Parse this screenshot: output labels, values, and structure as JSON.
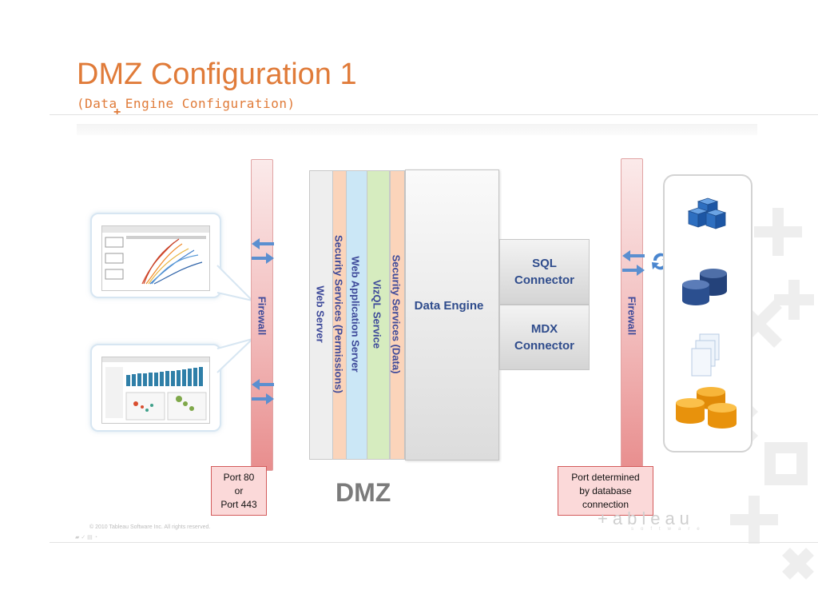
{
  "slide": {
    "title": "DMZ Configuration 1",
    "subtitle": "(Data Engine Configuration)"
  },
  "diagram": {
    "firewall_left_label": "Firewall",
    "firewall_right_label": "Firewall",
    "stack_layers": [
      {
        "label": "Web Server",
        "color": "#f0f0f0"
      },
      {
        "label": "Security Services (Permissions)",
        "color": "#fbd7c0"
      },
      {
        "label": "Web Application Server",
        "color": "#c9e6f5"
      },
      {
        "label": "VizQL Service",
        "color": "#d5ebbd"
      },
      {
        "label": "Security Services (Data)",
        "color": "#fbd7c0"
      }
    ],
    "data_engine_label": "Data Engine",
    "sql_connector_label": "SQL\nConnector",
    "mdx_connector_label": "MDX\nConnector",
    "zone_label": "DMZ",
    "port_left": "Port 80\nor\nPort 443",
    "port_right": "Port determined\nby database\nconnection",
    "arrow_color": "#5b8fd0",
    "data_source_icons": [
      "cube-icon",
      "database-cylinders-icon",
      "documents-icon",
      "gold-database-icon"
    ]
  },
  "footer": {
    "copyright": "© 2010 Tableau Software Inc. All rights reserved.",
    "logo_text": "+ableau",
    "logo_subtext": "software"
  }
}
